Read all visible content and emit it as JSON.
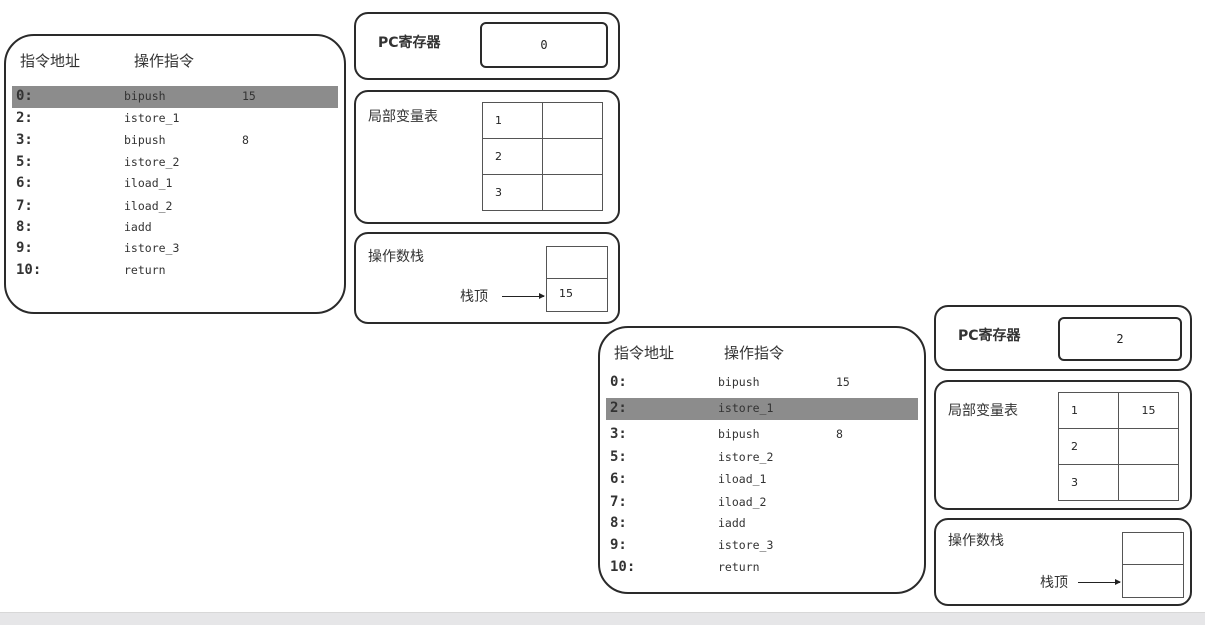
{
  "frames": [
    {
      "code": {
        "headers": {
          "address": "指令地址",
          "instruction": "操作指令"
        },
        "highlighted_index": 0,
        "rows": [
          {
            "addr": "0:",
            "op": "bipush",
            "arg": "15"
          },
          {
            "addr": "2:",
            "op": "istore_1",
            "arg": ""
          },
          {
            "addr": "3:",
            "op": "bipush",
            "arg": "8"
          },
          {
            "addr": "5:",
            "op": "istore_2",
            "arg": ""
          },
          {
            "addr": "6:",
            "op": "iload_1",
            "arg": ""
          },
          {
            "addr": "7:",
            "op": "iload_2",
            "arg": ""
          },
          {
            "addr": "8:",
            "op": "iadd",
            "arg": ""
          },
          {
            "addr": "9:",
            "op": "istore_3",
            "arg": ""
          },
          {
            "addr": "10:",
            "op": "return",
            "arg": ""
          }
        ]
      },
      "pc": {
        "label": "PC寄存器",
        "value": "0"
      },
      "locals": {
        "label": "局部变量表",
        "slots": [
          {
            "index": "1",
            "value": ""
          },
          {
            "index": "2",
            "value": ""
          },
          {
            "index": "3",
            "value": ""
          }
        ]
      },
      "stack": {
        "label": "操作数栈",
        "top_label": "栈顶",
        "cells": [
          "",
          "15"
        ]
      }
    },
    {
      "code": {
        "headers": {
          "address": "指令地址",
          "instruction": "操作指令"
        },
        "highlighted_index": 1,
        "rows": [
          {
            "addr": "0:",
            "op": "bipush",
            "arg": "15"
          },
          {
            "addr": "2:",
            "op": "istore_1",
            "arg": ""
          },
          {
            "addr": "3:",
            "op": "bipush",
            "arg": "8"
          },
          {
            "addr": "5:",
            "op": "istore_2",
            "arg": ""
          },
          {
            "addr": "6:",
            "op": "iload_1",
            "arg": ""
          },
          {
            "addr": "7:",
            "op": "iload_2",
            "arg": ""
          },
          {
            "addr": "8:",
            "op": "iadd",
            "arg": ""
          },
          {
            "addr": "9:",
            "op": "istore_3",
            "arg": ""
          },
          {
            "addr": "10:",
            "op": "return",
            "arg": ""
          }
        ]
      },
      "pc": {
        "label": "PC寄存器",
        "value": "2"
      },
      "locals": {
        "label": "局部变量表",
        "slots": [
          {
            "index": "1",
            "value": "15"
          },
          {
            "index": "2",
            "value": ""
          },
          {
            "index": "3",
            "value": ""
          }
        ]
      },
      "stack": {
        "label": "操作数栈",
        "top_label": "栈顶",
        "cells": [
          "",
          ""
        ]
      }
    }
  ],
  "colors": {
    "highlight": "#8c8c8c",
    "border": "#2a2a2a",
    "footer": "#e6e6e8"
  }
}
